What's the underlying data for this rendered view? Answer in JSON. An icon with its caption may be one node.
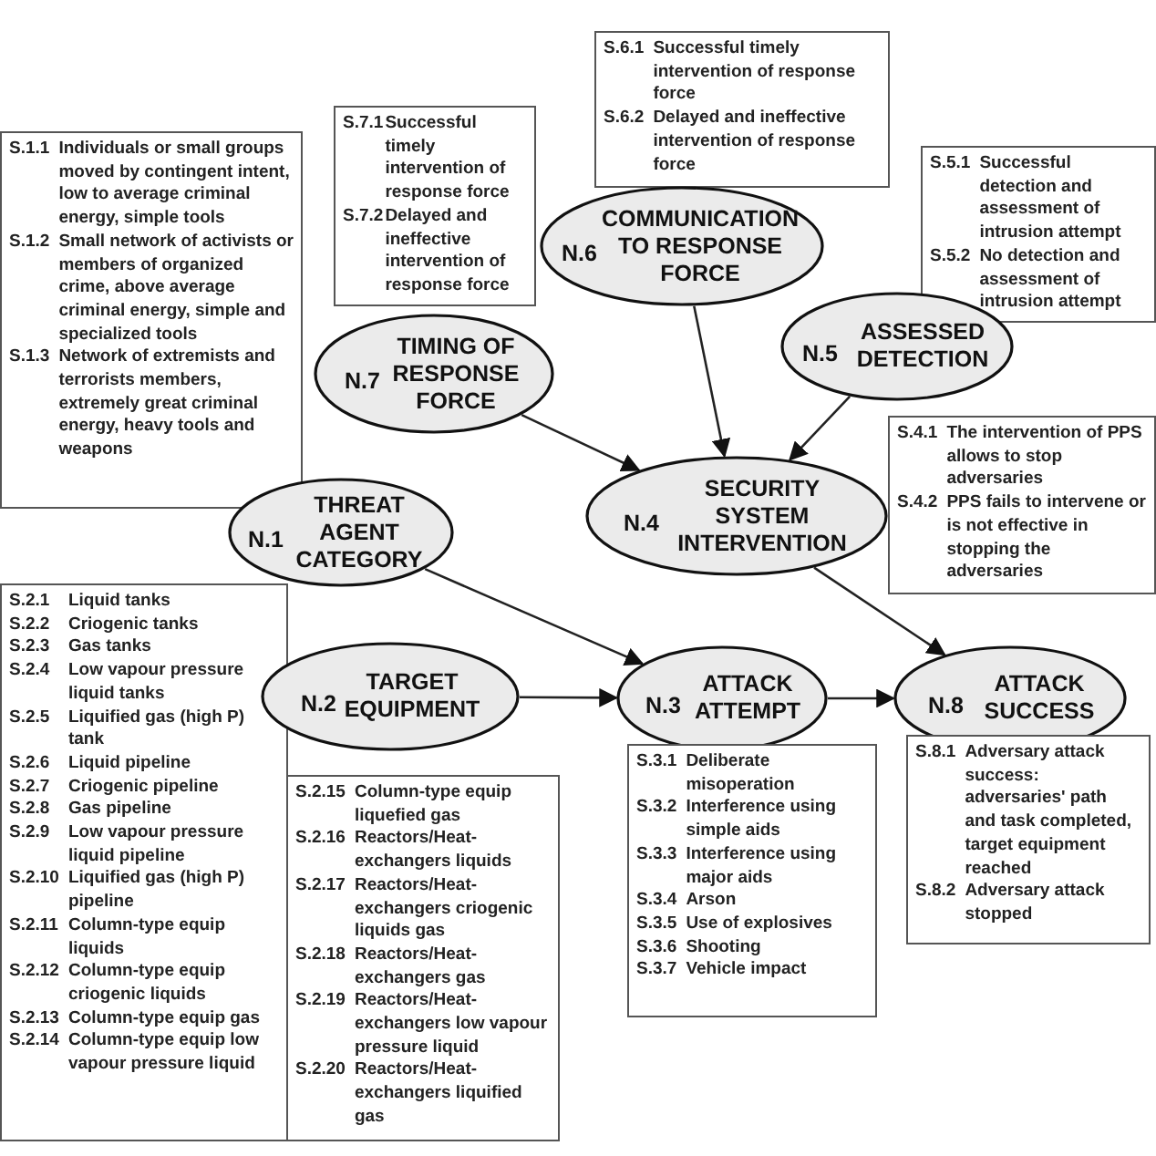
{
  "diagram": {
    "nodes": [
      {
        "text": [
          "S.6.1",
          "Successful timely intervention of response force",
          "S.6.2",
          "Delayed and ineffective intervention of response force"
        ]
      },
      {
        "text": [
          "S.7.1",
          "Successful timely intervention of response force",
          "S.7.2",
          "Delayed and ineffective intervention of response force"
        ]
      },
      {
        "text": [
          "S.1.1",
          "Individuals or small groups moved by contingent intent, low to average criminal energy, simple tools",
          "S.1.2",
          "Small network of activists or members of organized crime, above average criminal energy, simple and specialized tools",
          "S.1.3",
          "Network of extremists and terrorists members, extremely great criminal energy, heavy tools and weapons"
        ]
      },
      {
        "text": [
          "S.5.1",
          "Successful detection and assessment of intrusion attempt",
          "S.5.2",
          "No detection and assessment of intrusion attempt"
        ]
      },
      {
        "text": [
          "N.6",
          "COMMUNICATION TO RESPONSE FORCE"
        ]
      },
      {
        "text": [
          "N.7",
          "TIMING OF RESPONSE FORCE"
        ]
      },
      {
        "text": [
          "N.5",
          "ASSESSED DETECTION"
        ]
      },
      {
        "text": [
          "S.4.1",
          "The intervention of PPS allows to stop adversaries",
          "S.4.2",
          "PPS fails to intervene or is not effective in stopping the adversaries"
        ]
      },
      {
        "text": [
          "N.4",
          "SECURITY SYSTEM INTERVENTION"
        ]
      },
      {
        "text": [
          "N.1",
          "THREAT AGENT CATEGORY"
        ]
      },
      {
        "text": [
          "S.2.1",
          "Liquid tanks",
          "S.2.2",
          "Criogenic tanks",
          "S.2.3",
          "Gas tanks",
          "S.2.4",
          "Low vapour pressure liquid tanks",
          "S.2.5",
          "Liquified gas (high P) tank",
          "S.2.6",
          "Liquid pipeline",
          "S.2.7",
          "Criogenic pipeline",
          "S.2.8",
          "Gas pipeline",
          "S.2.9",
          "Low vapour pressure liquid pipeline",
          "S.2.10",
          "Liquified gas (high P) pipeline",
          "S.2.11",
          "Column-type equip liquids",
          "S.2.12",
          "Column-type equip criogenic liquids",
          "S.2.13",
          "Column-type equip gas",
          "S.2.14",
          "Column-type equip low vapour pressure liquid"
        ]
      },
      {
        "text": [
          "N.2",
          "TARGET EQUIPMENT"
        ]
      },
      {
        "text": [
          "N.3",
          "ATTACK ATTEMPT"
        ]
      },
      {
        "text": [
          "N.8",
          "ATTACK SUCCESS"
        ]
      },
      {
        "text": [
          "S.8.1",
          "Adversary attack success: adversaries' path and task completed, target equipment reached",
          "S.8.2",
          "Adversary attack stopped"
        ]
      },
      {
        "text": [
          "S.3.1",
          "Deliberate misoperation",
          "S.3.2",
          "Interference using simple aids",
          "S.3.3",
          "Interference using major aids",
          "S.3.4",
          "Arson",
          "S.3.5",
          "Use of explosives",
          "S.3.6",
          "Shooting",
          "S.3.7",
          "Vehicle impact"
        ]
      },
      {
        "text": [
          "S.2.15",
          "Column-type equip liquefied gas",
          "S.2.16",
          "Reactors/Heat-exchangers liquids",
          "S.2.17",
          "Reactors/Heat-exchangers criogenic liquids gas",
          "S.2.18",
          "Reactors/Heat-exchangers gas",
          "S.2.19",
          "Reactors/Heat-exchangers low vapour pressure liquid",
          "S.2.20",
          "Reactors/Heat-exchangers liquified gas"
        ]
      }
    ],
    "edges": [
      {
        "from": 5,
        "to": 8,
        "arrow": "to"
      },
      {
        "from": 4,
        "to": 8,
        "arrow": "to"
      },
      {
        "from": 6,
        "to": 8,
        "arrow": "to"
      },
      {
        "from": 9,
        "to": 12,
        "arrow": "to"
      },
      {
        "from": 11,
        "to": 12,
        "arrow": "to"
      },
      {
        "from": 12,
        "to": 13,
        "arrow": "to"
      },
      {
        "from": 8,
        "to": 13,
        "arrow": "to"
      }
    ]
  }
}
